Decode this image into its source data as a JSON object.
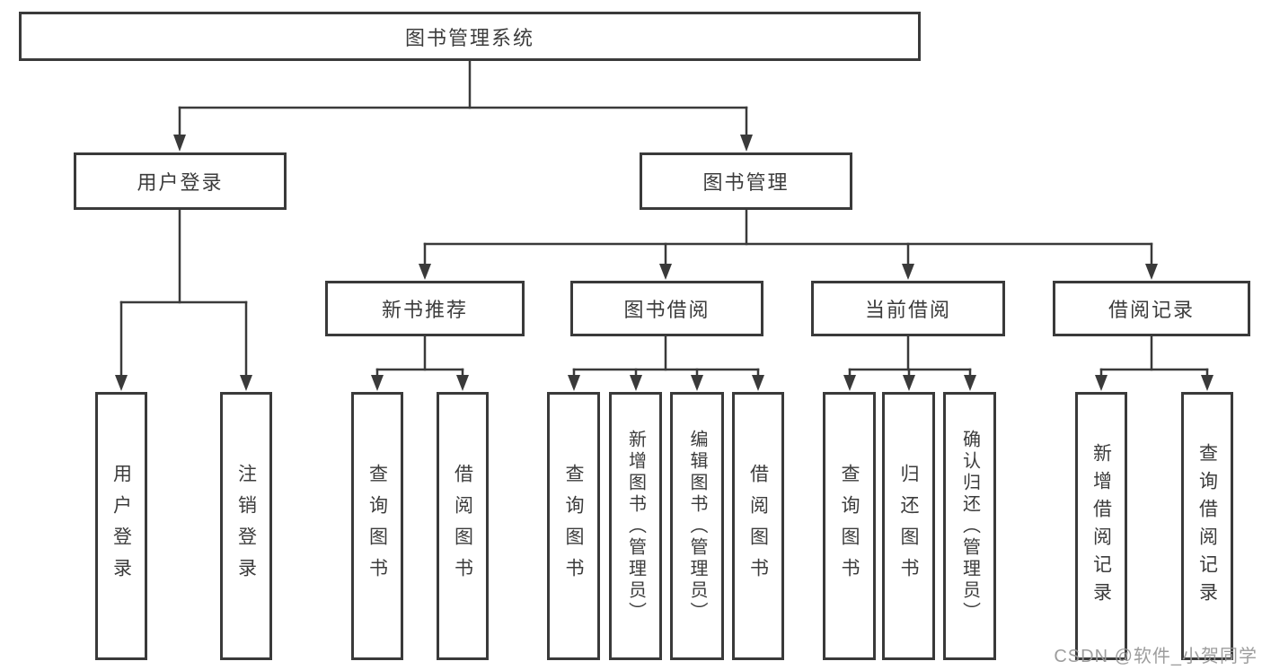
{
  "diagram": {
    "root": {
      "label": "图书管理系统"
    },
    "branches": [
      {
        "label": "用户登录",
        "children": [
          {
            "label": "用户登录"
          },
          {
            "label": "注销登录"
          }
        ]
      },
      {
        "label": "图书管理",
        "groups": [
          {
            "label": "新书推荐",
            "children": [
              {
                "label": "查询图书"
              },
              {
                "label": "借阅图书"
              }
            ]
          },
          {
            "label": "图书借阅",
            "children": [
              {
                "label": "查询图书"
              },
              {
                "label": "新增图书（管理员）"
              },
              {
                "label": "编辑图书（管理员）"
              },
              {
                "label": "借阅图书"
              }
            ]
          },
          {
            "label": "当前借阅",
            "children": [
              {
                "label": "查询图书"
              },
              {
                "label": "归还图书"
              },
              {
                "label": "确认归还（管理员）"
              }
            ]
          },
          {
            "label": "借阅记录",
            "children": [
              {
                "label": "新增借阅记录"
              },
              {
                "label": "查询借阅记录"
              }
            ]
          }
        ]
      }
    ]
  },
  "watermark": {
    "text": "CSDN @软件_小贺同学"
  },
  "colors": {
    "line": "#3a3a3a",
    "text": "#3c3c3c",
    "watermark": "#989898",
    "background": "#ffffff"
  }
}
